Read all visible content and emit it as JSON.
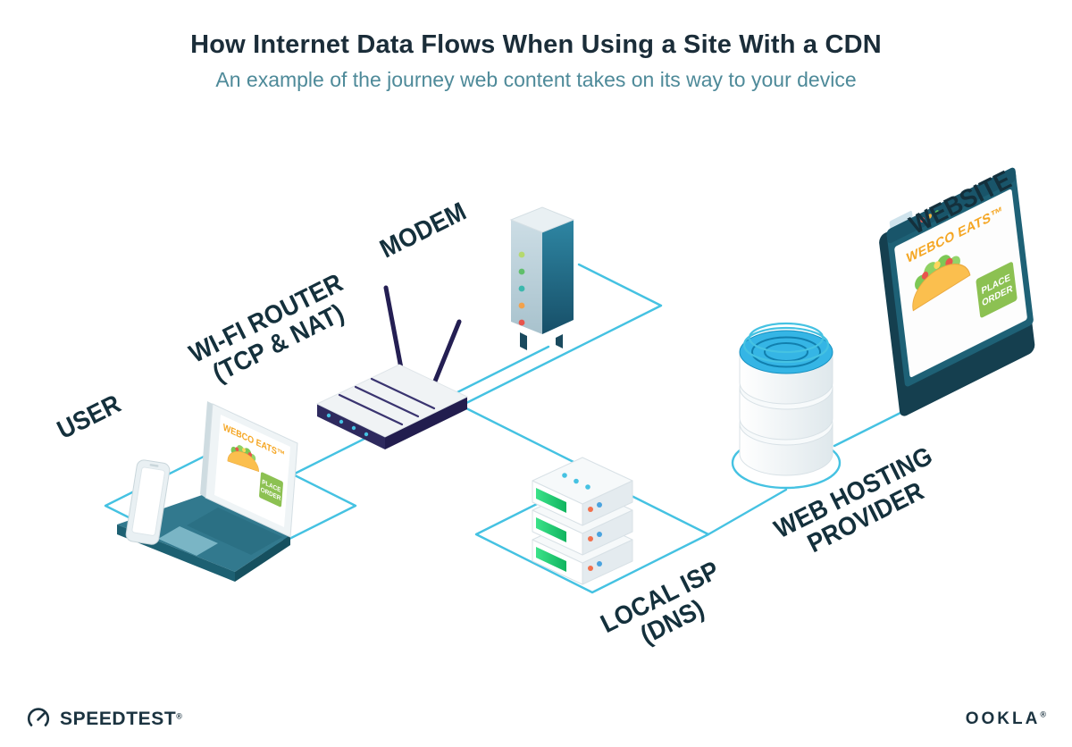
{
  "header": {
    "title": "How Internet Data Flows When Using a Site With a CDN",
    "subtitle": "An example of the journey web content takes on its way to your device"
  },
  "diagram": {
    "nodes": [
      {
        "id": "user",
        "label": "USER",
        "sublabel": ""
      },
      {
        "id": "wifi-router",
        "label": "WI-FI ROUTER",
        "sublabel": "(TCP & NAT)"
      },
      {
        "id": "modem",
        "label": "MODEM",
        "sublabel": ""
      },
      {
        "id": "local-isp",
        "label": "LOCAL ISP",
        "sublabel": "(DNS)"
      },
      {
        "id": "web-hosting",
        "label": "WEB HOSTING",
        "sublabel": "PROVIDER"
      },
      {
        "id": "website",
        "label": "WEBSITE",
        "sublabel": ""
      }
    ],
    "flow_order": [
      "USER",
      "WI-FI ROUTER (TCP & NAT)",
      "MODEM",
      "LOCAL ISP (DNS)",
      "WEB HOSTING PROVIDER",
      "WEBSITE"
    ],
    "laptop_screen": {
      "brand": "WEBCO EATS™",
      "button_line1": "PLACE",
      "button_line2": "ORDER"
    },
    "website_window": {
      "brand": "WEBCO EATS™",
      "button_line1": "PLACE",
      "button_line2": "ORDER"
    }
  },
  "footer": {
    "speedtest_label": "SPEEDTEST",
    "speedtest_mark": "®",
    "ookla_label": "OOKLA",
    "ookla_mark": "®"
  },
  "colors": {
    "accent_cyan": "#45c2e2",
    "ink": "#14303c",
    "subtitle_teal": "#4e8a99",
    "brand_orange": "#f5a623",
    "button_green": "#8cc152",
    "device_teal": "#1e6176",
    "router_indigo": "#2e2a5e",
    "server_led_green": "#10b45f"
  }
}
